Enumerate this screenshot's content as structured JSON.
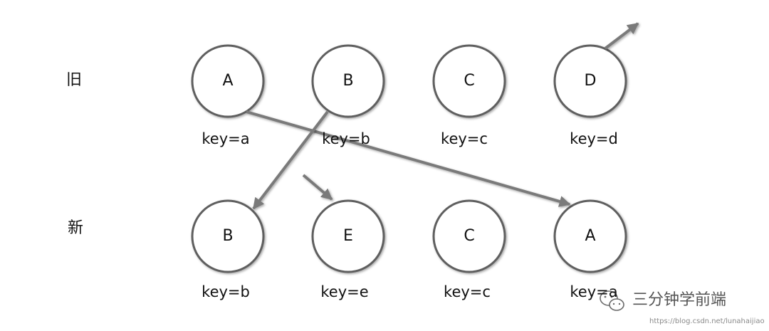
{
  "rows": {
    "old_label": "旧",
    "new_label": "新"
  },
  "old_nodes": [
    {
      "letter": "A",
      "key": "key=a"
    },
    {
      "letter": "B",
      "key": "key=b"
    },
    {
      "letter": "C",
      "key": "key=c"
    },
    {
      "letter": "D",
      "key": "key=d"
    }
  ],
  "new_nodes": [
    {
      "letter": "B",
      "key": "key=b"
    },
    {
      "letter": "E",
      "key": "key=e"
    },
    {
      "letter": "C",
      "key": "key=c"
    },
    {
      "letter": "A",
      "key": "key=a"
    }
  ],
  "watermark": {
    "text": "三分钟学前端",
    "icon": "wechat-icon"
  },
  "credit": "https://blog.csdn.net/lunahaijiao",
  "colors": {
    "circle_stroke": "#5f5f5f",
    "arrow": "#7a7a7a",
    "text": "#111111"
  }
}
